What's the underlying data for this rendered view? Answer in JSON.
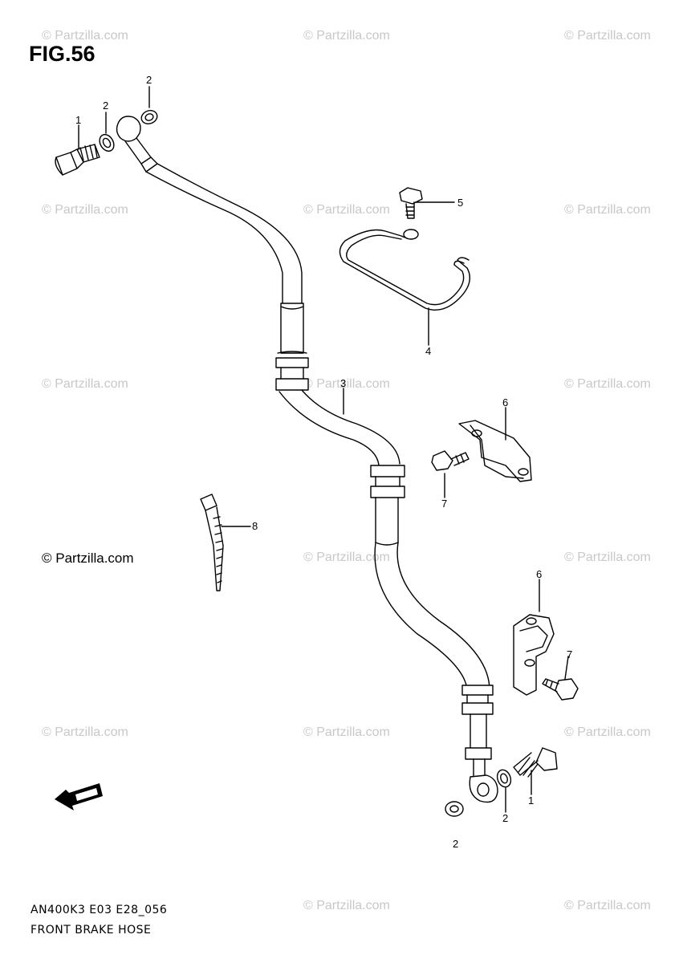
{
  "figure": {
    "title": "FIG.56"
  },
  "watermark": {
    "text": "© Partzilla.com",
    "prominent_text": "© Partzilla.com"
  },
  "callouts": {
    "c1a": "1",
    "c2a": "2",
    "c2b": "2",
    "c5": "5",
    "c4": "4",
    "c3": "3",
    "c6a": "6",
    "c7a": "7",
    "c8": "8",
    "c6b": "6",
    "c7b": "7",
    "c1b": "1",
    "c2c": "2",
    "c2d": "2"
  },
  "footer": {
    "code": "AN400K3 E03 E28_056",
    "name": "FRONT BRAKE  HOSE"
  },
  "colors": {
    "line": "#000000",
    "watermark": "#c8c8c8",
    "background": "#ffffff"
  },
  "icons": {
    "direction_arrow": "fwd-arrow-icon"
  }
}
